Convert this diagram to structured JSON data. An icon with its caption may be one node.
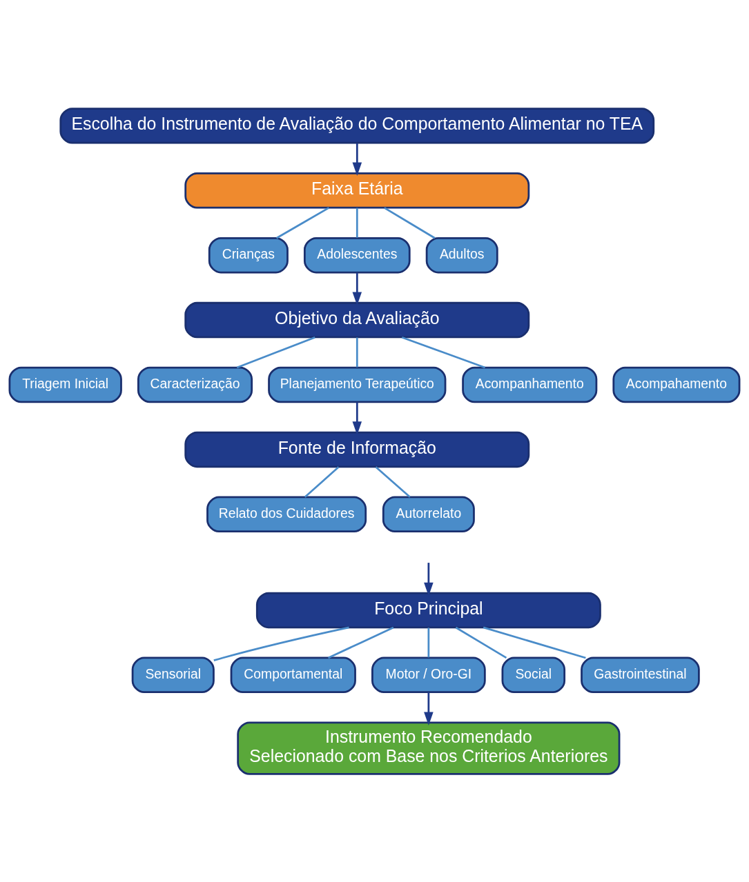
{
  "diagram": {
    "nodes": [
      {
        "text": [
          "Escolha do Instrumento de Avaliação do Comportamento Alimentar no TEA"
        ]
      },
      {
        "text": [
          "Faixa Etária"
        ]
      },
      {
        "text": [
          "Crianças"
        ]
      },
      {
        "text": [
          "Adolescentes"
        ]
      },
      {
        "text": [
          "Adultos"
        ]
      },
      {
        "text": [
          "Objetivo da Avaliação"
        ]
      },
      {
        "text": [
          "Triagem Inicial"
        ]
      },
      {
        "text": [
          "Caracterização"
        ]
      },
      {
        "text": [
          "Planejamento Terapeútico"
        ]
      },
      {
        "text": [
          "Acompanhamento"
        ]
      },
      {
        "text": [
          "Acompahamento"
        ]
      },
      {
        "text": [
          "Fonte de Informação"
        ]
      },
      {
        "text": [
          "Relato dos Cuidadores"
        ]
      },
      {
        "text": [
          "Autorrelato"
        ]
      },
      {
        "text": [
          "Foco Principal"
        ]
      },
      {
        "text": [
          "Sensorial"
        ]
      },
      {
        "text": [
          "Comportamental"
        ]
      },
      {
        "text": [
          "Motor / Oro-GI"
        ]
      },
      {
        "text": [
          "Social"
        ]
      },
      {
        "text": [
          "Gastrointestinal"
        ]
      },
      {
        "text": [
          "Instrumento Recomendado",
          "Selecionado com Base nos Criterios Anteriores"
        ]
      }
    ],
    "edges": [
      {
        "from": 0,
        "to": 1,
        "arrow": "to"
      },
      {
        "from": 1,
        "to": 2,
        "arrow": "none"
      },
      {
        "from": 1,
        "to": 3,
        "arrow": "none"
      },
      {
        "from": 1,
        "to": 4,
        "arrow": "none"
      },
      {
        "from": 3,
        "to": 5,
        "arrow": "to"
      },
      {
        "from": 5,
        "to": 7,
        "arrow": "none"
      },
      {
        "from": 5,
        "to": 8,
        "arrow": "none"
      },
      {
        "from": 5,
        "to": 9,
        "arrow": "none"
      },
      {
        "from": 8,
        "to": 11,
        "arrow": "to"
      },
      {
        "from": 11,
        "to": 12,
        "arrow": "none"
      },
      {
        "from": 11,
        "to": 13,
        "arrow": "none"
      },
      {
        "from": null,
        "to": 14,
        "arrow": "to"
      },
      {
        "from": 14,
        "to": 15,
        "arrow": "none"
      },
      {
        "from": 14,
        "to": 16,
        "arrow": "none"
      },
      {
        "from": 14,
        "to": 17,
        "arrow": "none"
      },
      {
        "from": 14,
        "to": 18,
        "arrow": "none"
      },
      {
        "from": 14,
        "to": 19,
        "arrow": "none"
      },
      {
        "from": 17,
        "to": 20,
        "arrow": "to"
      }
    ]
  }
}
